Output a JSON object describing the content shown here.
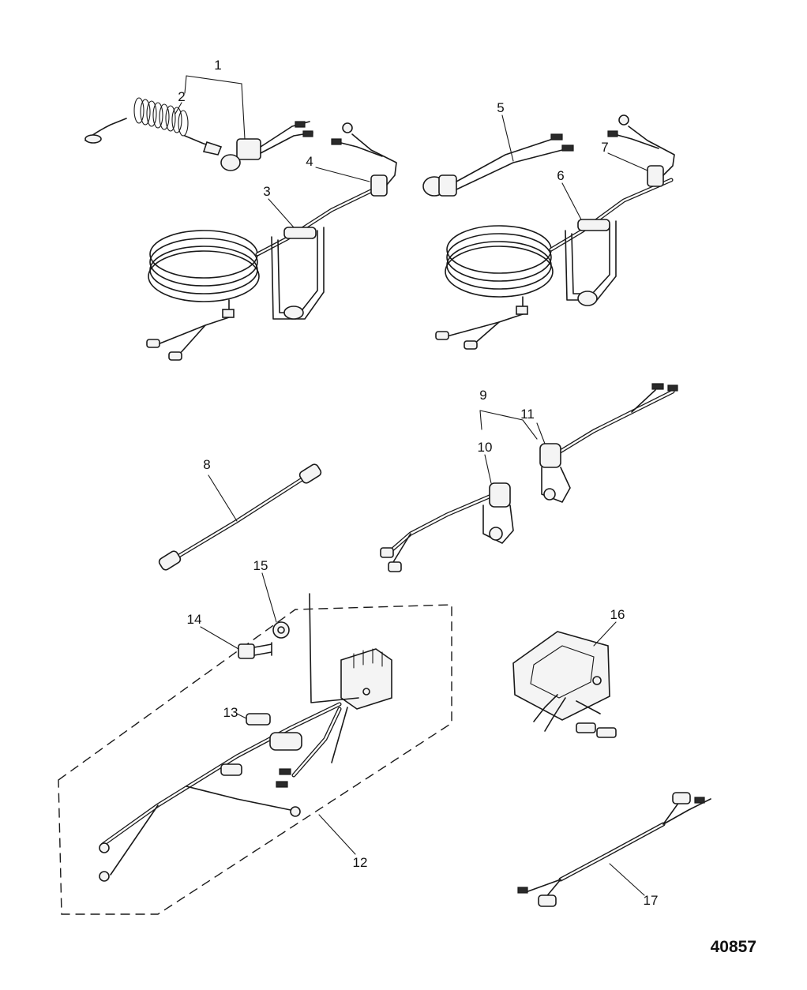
{
  "callouts": [
    "1",
    "2",
    "3",
    "4",
    "5",
    "6",
    "7",
    "8",
    "9",
    "10",
    "11",
    "12",
    "13",
    "14",
    "15",
    "16",
    "17"
  ],
  "figure_number": "40857"
}
